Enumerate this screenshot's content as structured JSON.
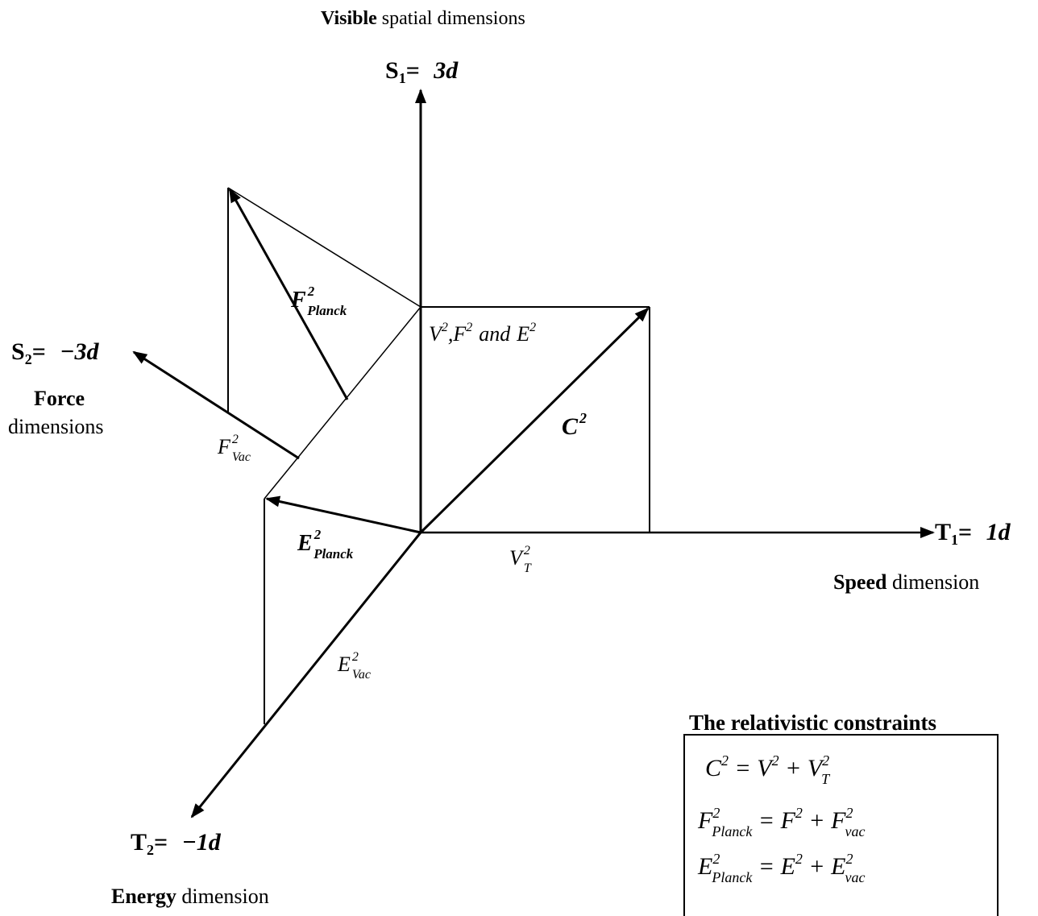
{
  "header": {
    "visible_bold": "Visible",
    "visible_rest": " spatial dimensions"
  },
  "axes": {
    "s1": {
      "name": "S",
      "sub": "1",
      "value": "3d",
      "eq": "= "
    },
    "s2": {
      "name": "S",
      "sub": "2",
      "value": "−3d",
      "eq": "= "
    },
    "t1": {
      "name": "T",
      "sub": "1",
      "value": "1d",
      "eq": "= "
    },
    "t2": {
      "name": "T",
      "sub": "2",
      "value": "−1d",
      "eq": "= "
    }
  },
  "captions": {
    "force_bold": "Force",
    "force_rest": "dimensions",
    "speed_bold": "Speed",
    "speed_rest": " dimension",
    "energy_bold": "Energy",
    "energy_rest": " dimension"
  },
  "labels": {
    "f_planck": {
      "base": "F",
      "sup": "2",
      "sub": "Planck"
    },
    "e_planck": {
      "base": "E",
      "sup": "2",
      "sub": "Planck"
    },
    "f_vac": {
      "base": "F",
      "sup": "2",
      "sub": "Vac"
    },
    "e_vac": {
      "base": "E",
      "sup": "2",
      "sub": "Vac"
    },
    "v_t": {
      "base": "V",
      "sup": "2",
      "sub": "T"
    },
    "c2": {
      "base": "C",
      "sup": "2"
    },
    "vfe": {
      "v": "V",
      "f": "F",
      "e": "E",
      "sup": "2",
      "and": "and",
      "comma": ","
    }
  },
  "constraints": {
    "title": "The relativistic constraints",
    "eq1": {
      "lhs": "C",
      "lhs_sup": "2",
      "eq": " = ",
      "a": "V",
      "a_sup": "2",
      "plus": " + ",
      "b": "V",
      "b_sup": "2",
      "b_sub": "T"
    },
    "eq2": {
      "lhs": "F",
      "lhs_sup": "2",
      "lhs_sub": "Planck",
      "eq": " = ",
      "a": "F",
      "a_sup": "2",
      "plus": " + ",
      "b": "F",
      "b_sup": "2",
      "b_sub": "vac"
    },
    "eq3": {
      "lhs": "E",
      "lhs_sup": "2",
      "lhs_sub": "Planck",
      "eq": " = ",
      "a": "E",
      "a_sup": "2",
      "plus": " + ",
      "b": "E",
      "b_sup": "2",
      "b_sub": "vac"
    }
  },
  "colors": {
    "ink": "#000000",
    "background": "#ffffff"
  }
}
